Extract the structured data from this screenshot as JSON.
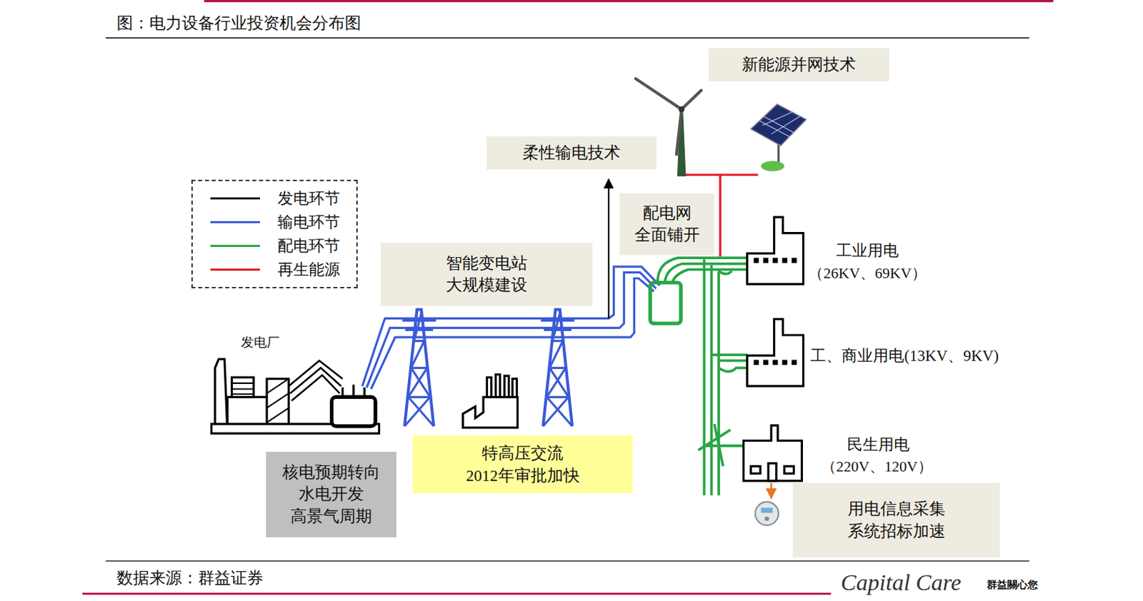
{
  "diagram": {
    "title": "图：电力设备行业投资机会分布图",
    "caption": "数据来源：群益证券",
    "nodes": [
      {
        "text": [
          "新能源并网技术"
        ]
      },
      {
        "text": [
          "柔性输电技术"
        ]
      },
      {
        "text": [
          "配电网 全面铺开"
        ]
      },
      {
        "text": [
          "智能变电站 大规模建设"
        ]
      },
      {
        "text": [
          "特高压交流 2012年审批加快"
        ]
      },
      {
        "text": [
          "核电预期转向 水电开发 高景气周期"
        ]
      },
      {
        "text": [
          "用电信息采集 系统招标加速"
        ]
      }
    ],
    "labels": [
      "发电厂",
      "工业用电",
      "（26KV、69KV）",
      "工、商业用电(13KV、9KV)",
      "民生用电",
      "（220V、120V）",
      "Capital Care",
      "群益關心您"
    ],
    "legend": [
      {
        "text": "发电环节"
      },
      {
        "text": "输电环节"
      },
      {
        "text": "配电环节"
      },
      {
        "text": "再生能源"
      }
    ]
  }
}
